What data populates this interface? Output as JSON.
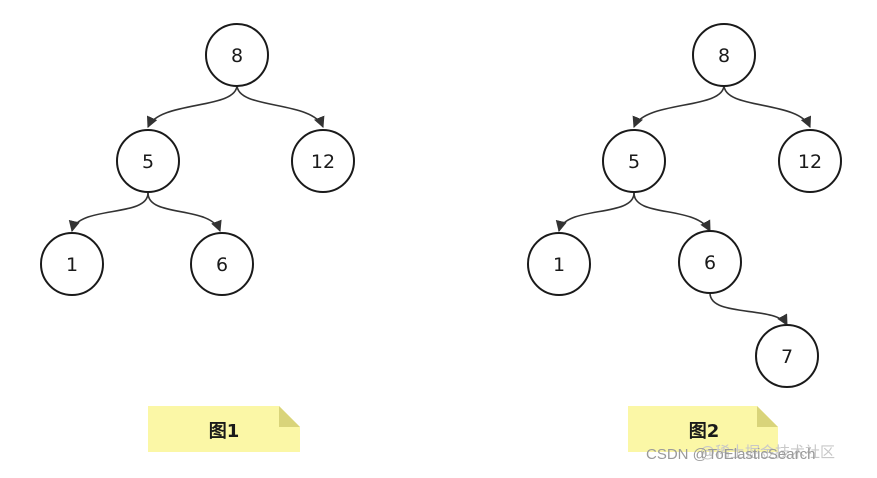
{
  "diagrams": [
    {
      "caption": "图1",
      "nodes": [
        {
          "id": "a8",
          "label": "8"
        },
        {
          "id": "a5",
          "label": "5"
        },
        {
          "id": "a12",
          "label": "12"
        },
        {
          "id": "a1",
          "label": "1"
        },
        {
          "id": "a6",
          "label": "6"
        }
      ],
      "edges": [
        [
          "a8",
          "a5"
        ],
        [
          "a8",
          "a12"
        ],
        [
          "a5",
          "a1"
        ],
        [
          "a5",
          "a6"
        ]
      ]
    },
    {
      "caption": "图2",
      "nodes": [
        {
          "id": "b8",
          "label": "8"
        },
        {
          "id": "b5",
          "label": "5"
        },
        {
          "id": "b12",
          "label": "12"
        },
        {
          "id": "b1",
          "label": "1"
        },
        {
          "id": "b6",
          "label": "6"
        },
        {
          "id": "b7",
          "label": "7"
        }
      ],
      "edges": [
        [
          "b8",
          "b5"
        ],
        [
          "b8",
          "b12"
        ],
        [
          "b5",
          "b1"
        ],
        [
          "b5",
          "b6"
        ],
        [
          "b6",
          "b7"
        ]
      ]
    }
  ],
  "watermark": {
    "text": "CSDN @ToElasticSearch",
    "overlay_text": "@稀土掘金技术社区"
  },
  "colors": {
    "caption_bg": "#fbf7a6",
    "caption_fold": "#d9d47a",
    "node_stroke": "#1a1a1a",
    "edge": "#333333"
  }
}
